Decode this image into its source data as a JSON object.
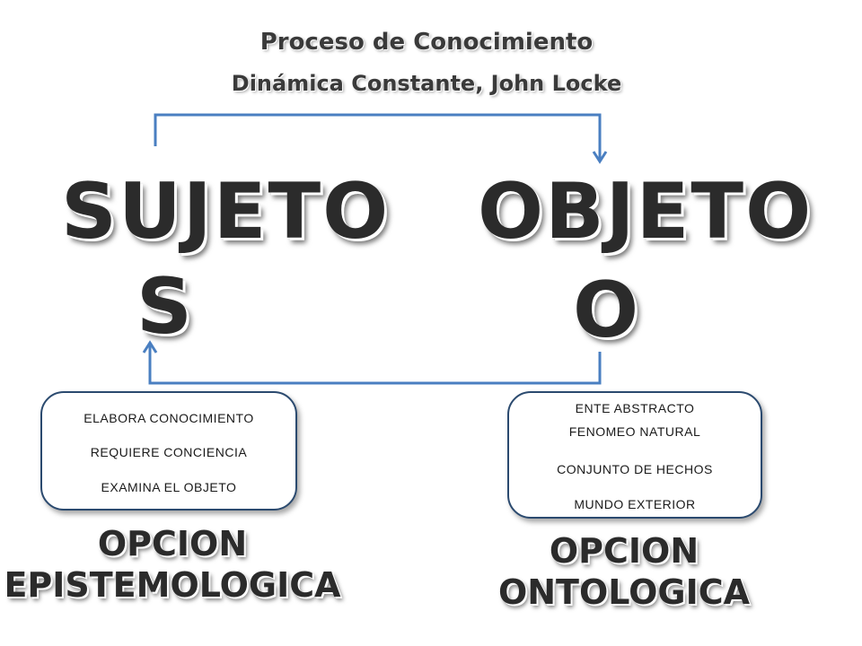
{
  "title": {
    "line1": "Proceso de Conocimiento",
    "line2": "Dinámica Constante,  John Locke"
  },
  "sujeto": {
    "line1": "SUJETO",
    "line2": "S"
  },
  "objeto": {
    "line1": "OBJETO",
    "line2": "O"
  },
  "left_box": {
    "items": [
      "ELABORA CONOCIMIENTO",
      "REQUIERE CONCIENCIA",
      "EXAMINA EL OBJETO"
    ]
  },
  "right_box": {
    "items": [
      "ENTE ABSTRACTO",
      "FENOMEO NATURAL",
      "CONJUNTO DE HECHOS",
      "MUNDO EXTERIOR"
    ]
  },
  "left_option": {
    "line1": "OPCION",
    "line2": "EPISTEMOLOGICA"
  },
  "right_option": {
    "line1": "OPCION",
    "line2": "ONTOLOGICA"
  },
  "colors": {
    "arrow": "#4a7fc1",
    "box_border": "#2b4a6f",
    "text": "#2b2b2b"
  }
}
